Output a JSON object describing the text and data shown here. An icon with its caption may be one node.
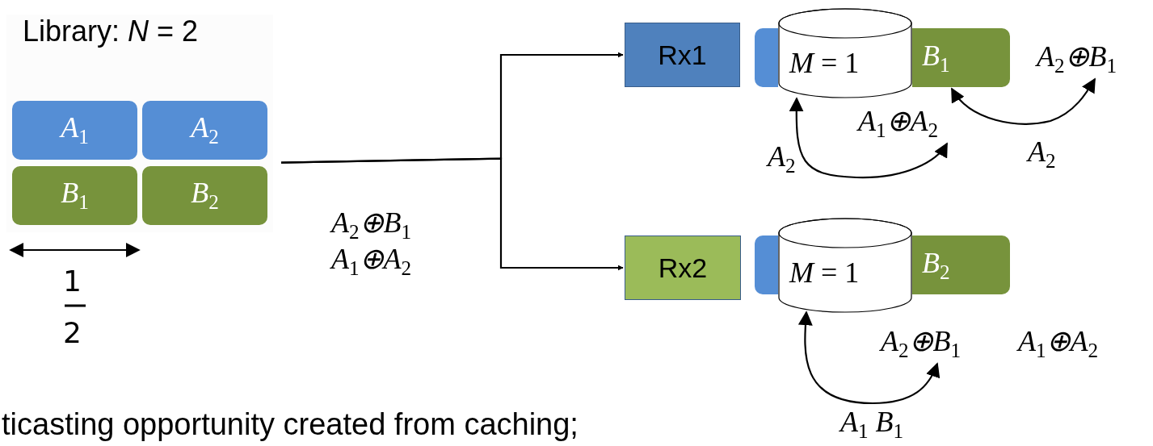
{
  "diagram": {
    "caption": "ticasting opportunity created from caching;",
    "nodes": [
      {
        "text": [
          "Library: *N* = 2"
        ]
      },
      {
        "text": [
          "A$_{1}$"
        ],
        "in": 0
      },
      {
        "text": [
          "A$_{2}$"
        ],
        "in": 0
      },
      {
        "text": [
          "B$_{1}$"
        ],
        "in": 0
      },
      {
        "text": [
          "B$_{2}$"
        ],
        "in": 0
      },
      {
        "text": [
          "Rx1"
        ]
      },
      {
        "text": [],
        "shape": "box"
      },
      {
        "text": [
          "*M* = 1"
        ]
      },
      {
        "text": [
          "B$_{1}$"
        ]
      },
      {
        "text": [
          "A$_{2}$⊕B$_{1}$"
        ]
      },
      {
        "text": [
          "A$_{1}$⊕A$_{2}$"
        ]
      },
      {
        "text": [
          "Rx2"
        ]
      },
      {
        "text": [],
        "shape": "box"
      },
      {
        "text": [
          "*M* = 1"
        ]
      },
      {
        "text": [
          "B$_{2}$"
        ]
      },
      {
        "text": [
          "A$_{2}$⊕B$_{1}$",
          "A$_{1}$⊕A$_{2}$"
        ]
      }
    ],
    "edges": [
      {
        "from": 0,
        "to": 5,
        "arrow": "to"
      },
      {
        "from": 0,
        "to": 11,
        "arrow": "to"
      },
      {
        "from": 7,
        "to": 10,
        "arrow": "both",
        "label": "A$_{2}$"
      },
      {
        "from": 8,
        "to": 9,
        "arrow": "both",
        "label": "A$_{2}$"
      },
      {
        "from": 13,
        "to": 15,
        "arrow": "both",
        "label": "A$_{1}$ B$_{1}$"
      }
    ],
    "labels": [
      "A$_{2}$⊕B$_{1}$",
      "A$_{1}$⊕A$_{2}$",
      "1",
      "2"
    ]
  }
}
